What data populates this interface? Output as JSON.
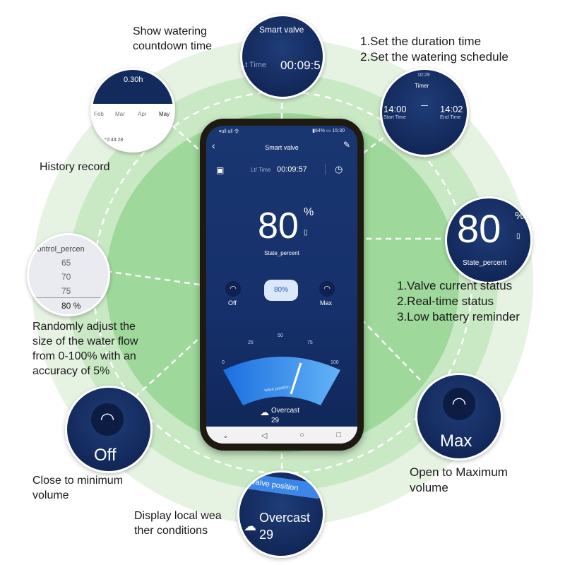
{
  "captions": {
    "countdown": "Show watering\ncountdown time",
    "schedule": "1.Set the duration time\n2.Set the watering schedule",
    "history": "History record",
    "status": "1.Valve current status\n2.Real-time status\n3.Low battery reminder",
    "adjust": "Randomly adjust the\nsize of the water flow\nfrom 0-100% with an\naccuracy of 5%",
    "off": "Close to minimum\nvolume",
    "max": "Open to Maximum\nvolume",
    "weather": "Display local wea\nther conditions"
  },
  "bubbles": {
    "countdown": {
      "title": "Smart valve",
      "left_text": "Lt Time",
      "time": "00:09:5"
    },
    "schedule": {
      "top": "10:29",
      "title": "Timer",
      "start_time": "14:00",
      "start_label": "Start Time",
      "end_time": "14:02",
      "end_label": "End Time"
    },
    "history": {
      "value": "0.30h",
      "months": [
        "Feb",
        "Mar",
        "Apr",
        "May"
      ],
      "time": "10:43:28"
    },
    "status": {
      "value": "80",
      "unit": "%",
      "label": "State_percent"
    },
    "control": {
      "title": "control_percen",
      "options": [
        "65",
        "70",
        "75"
      ],
      "selected": "80 %"
    },
    "off": {
      "label": "Off"
    },
    "max": {
      "label": "Max"
    },
    "weather": {
      "banner": "Valve position",
      "condition": "Overcast",
      "temp": "29"
    }
  },
  "phone": {
    "status_left": "▾ull ull 令",
    "status_right": "▮64% ▭ 15:30",
    "title": "Smart valve",
    "time_label": "Lt/ Time",
    "countdown": "00:09:57",
    "percent": "80",
    "percent_unit": "%",
    "state_label": "State_percent",
    "off_label": "Off",
    "selected_percent": "80%",
    "max_label": "Max",
    "gauge_ticks": [
      "25",
      "50",
      "75",
      "100"
    ],
    "gauge_start": "0",
    "gauge_label": "valve position",
    "weather_condition": "Overcast",
    "weather_temp": "29",
    "nav": [
      "⌄",
      "◁",
      "○",
      "□"
    ]
  },
  "colors": {
    "green_ring": "#bfe3bd",
    "green_inner": "#8fd08b",
    "bubble_dark": "#12285a",
    "gauge_blue": "#2f80e0"
  }
}
